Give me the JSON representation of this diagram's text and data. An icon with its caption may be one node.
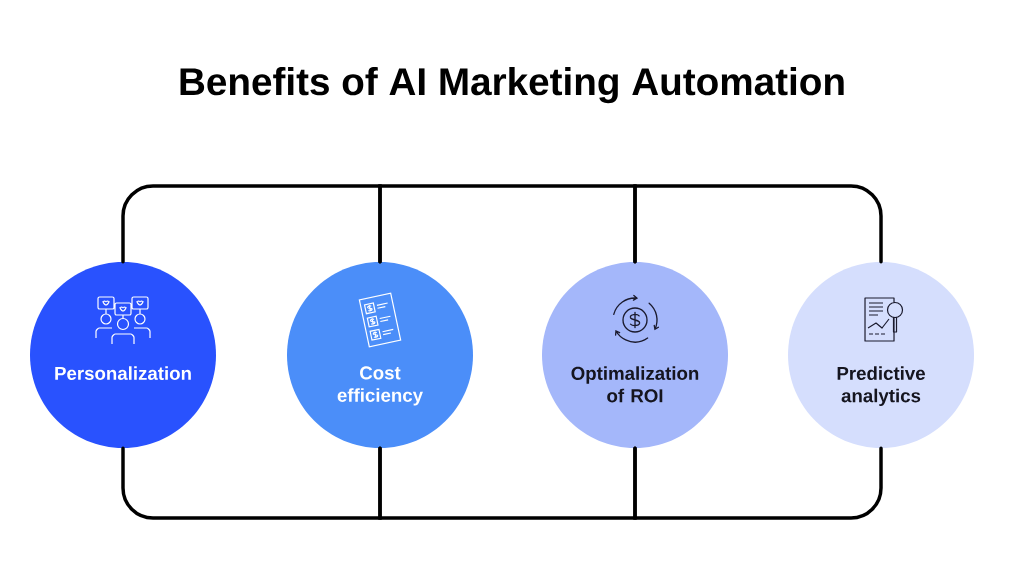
{
  "diagram": {
    "title": "Benefits of AI Marketing Automation",
    "nodes": [
      {
        "text": [
          "Personalization"
        ]
      },
      {
        "text": [
          "Cost efficiency"
        ]
      },
      {
        "text": [
          "Optimalization of ROI"
        ]
      },
      {
        "text": [
          "Predictive analytics"
        ]
      }
    ],
    "edges": [
      {
        "from": 0,
        "to": 1,
        "arrow": "none"
      },
      {
        "from": 1,
        "to": 2,
        "arrow": "none"
      },
      {
        "from": 2,
        "to": 3,
        "arrow": "none"
      },
      {
        "from": 0,
        "to": 1,
        "arrow": "none"
      },
      {
        "from": 1,
        "to": 2,
        "arrow": "none"
      },
      {
        "from": 2,
        "to": 3,
        "arrow": "none"
      }
    ]
  }
}
